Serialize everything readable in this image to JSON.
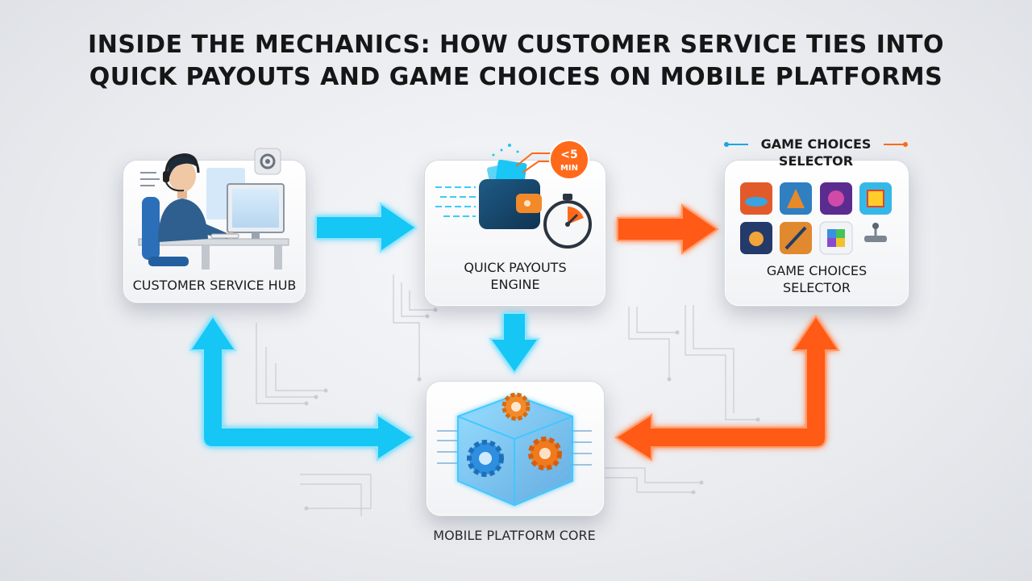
{
  "title": {
    "line1": "INSIDE THE MECHANICS: HOW CUSTOMER SERVICE TIES INTO",
    "line2": "QUICK PAYOUTS AND GAME CHOICES ON MOBILE PLATFORMS"
  },
  "nodes": {
    "customer_service": {
      "label": "CUSTOMER SERVICE HUB"
    },
    "quick_payouts": {
      "label_line1": "QUICK PAYOUTS",
      "label_line2": "ENGINE",
      "badge_line1": "<5",
      "badge_line2": "MIN"
    },
    "game_choices": {
      "header_line1": "GAME CHOICES",
      "header_line2": "SELECTOR",
      "label_line1": "GAME CHOICES",
      "label_line2": "SELECTOR"
    },
    "core": {
      "label": "MOBILE PLATFORM CORE"
    }
  },
  "icons": {
    "customer_service": "support-agent-icon",
    "quick_payouts": [
      "wallet-icon",
      "stopwatch-icon"
    ],
    "game_choices": [
      "racing-game-icon",
      "fantasy-game-icon",
      "monster-game-icon",
      "puzzle-cube-icon",
      "space-game-icon",
      "sword-game-icon",
      "blocks-game-icon",
      "joystick-icon"
    ],
    "core": "gear-cube-icon"
  },
  "colors": {
    "cyan": "#19c6f5",
    "orange": "#ff5a14",
    "badge": "#ff6a1a"
  }
}
